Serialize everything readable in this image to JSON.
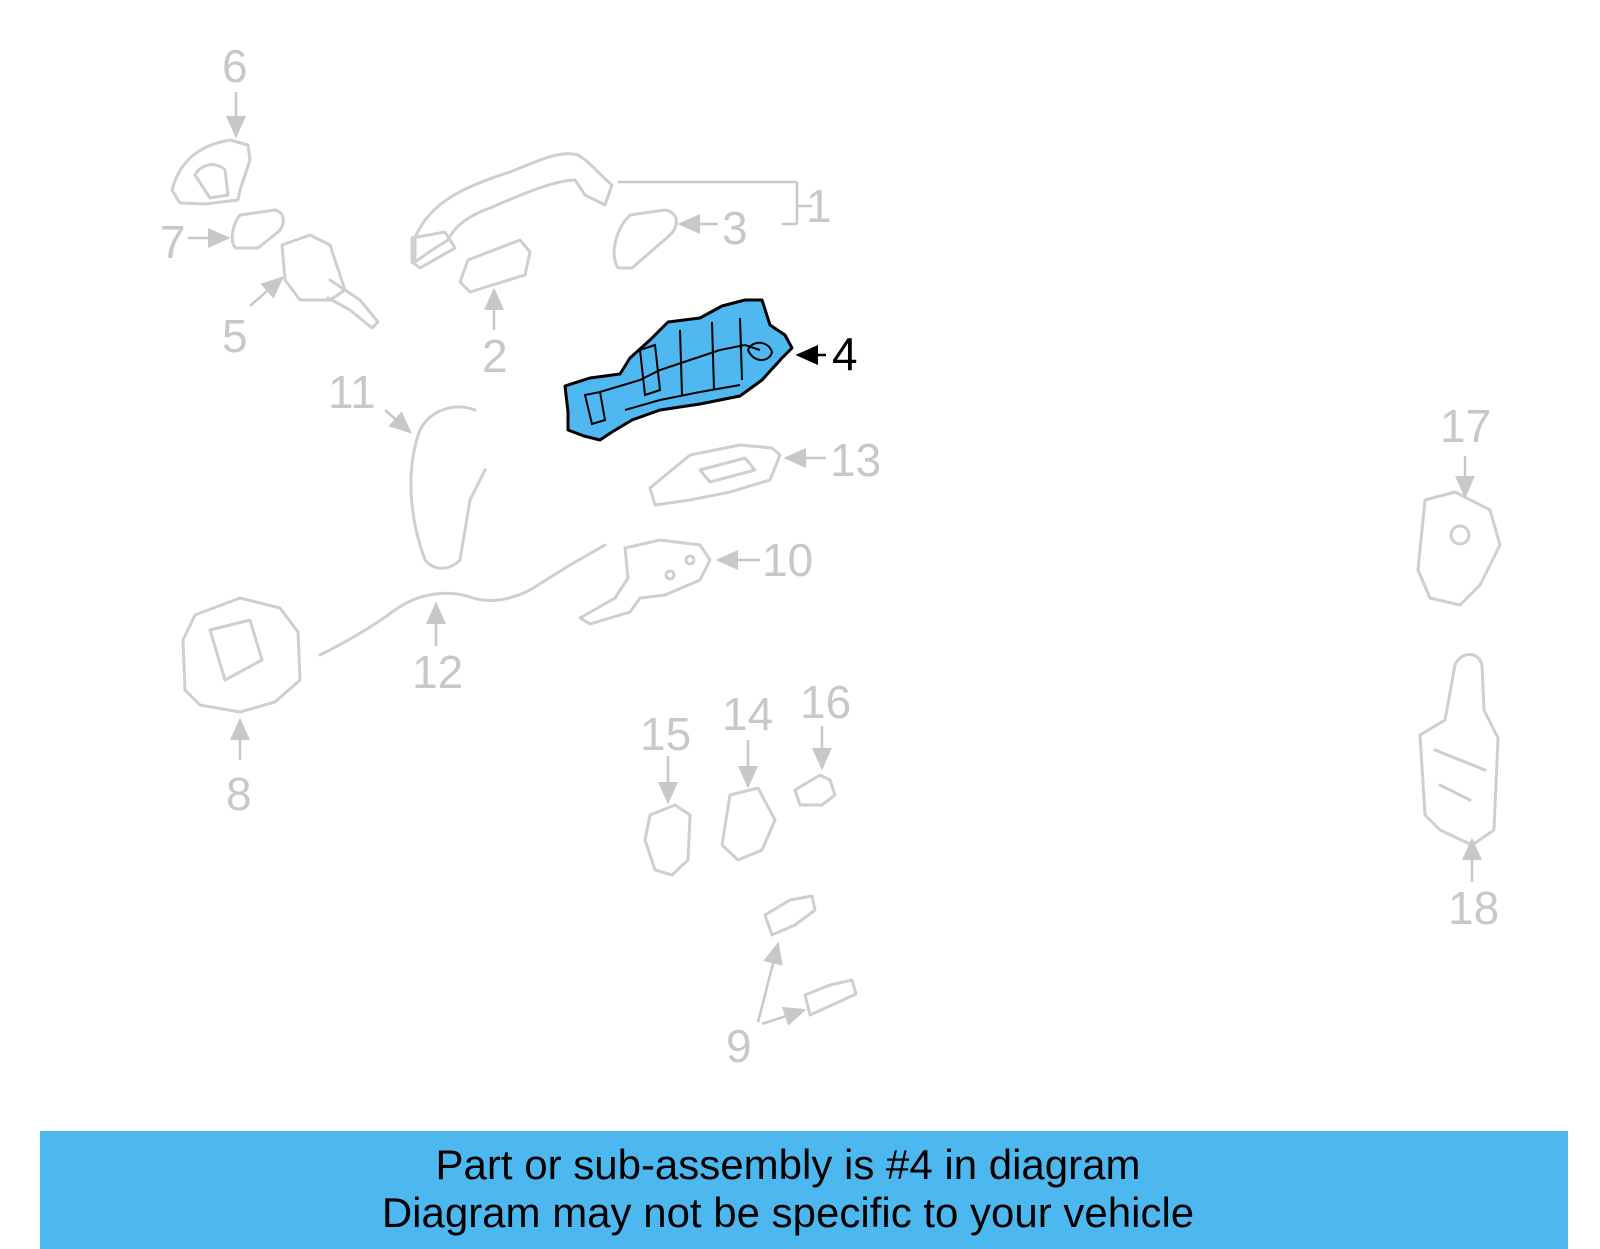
{
  "diagram": {
    "highlight_color": "#4fb8f0",
    "faded_color": "#c8c8c8",
    "highlighted_part": "4",
    "callouts": {
      "c1": "1",
      "c2": "2",
      "c3": "3",
      "c4": "4",
      "c5": "5",
      "c6": "6",
      "c7": "7",
      "c8": "8",
      "c9": "9",
      "c10": "10",
      "c11": "11",
      "c12": "12",
      "c13": "13",
      "c14": "14",
      "c15": "15",
      "c16": "16",
      "c17": "17",
      "c18": "18"
    }
  },
  "banner": {
    "background": "#4db8f0",
    "line1": "Part or sub-assembly is #4 in diagram",
    "line2": "Diagram may not be specific to your vehicle"
  }
}
